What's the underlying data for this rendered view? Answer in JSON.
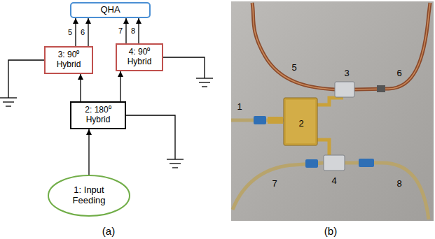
{
  "diagram": {
    "nodes": [
      {
        "text": [
          "QHA"
        ]
      },
      {
        "text": [
          "3: 90⁰ Hybrid"
        ]
      },
      {
        "text": [
          "4: 90⁰ Hybrid"
        ]
      },
      {
        "text": [
          "2: 180⁰ Hybrid"
        ]
      },
      {
        "text": [
          "1: Input Feeding"
        ]
      }
    ],
    "edges": [
      {
        "from": 4,
        "to": 3,
        "arrow": "to"
      },
      {
        "from": 3,
        "to": 1,
        "arrow": "to"
      },
      {
        "from": 3,
        "to": 2,
        "arrow": "to"
      },
      {
        "from": 1,
        "to": 0,
        "label": "5",
        "arrow": "to"
      },
      {
        "from": 1,
        "to": 0,
        "label": "6",
        "arrow": "to"
      },
      {
        "from": 2,
        "to": 0,
        "label": "7",
        "arrow": "to"
      },
      {
        "from": 2,
        "to": 0,
        "label": "8",
        "arrow": "to"
      }
    ],
    "labels": [
      "(a)",
      "(b)",
      "1",
      "2",
      "3",
      "4",
      "5",
      "6",
      "7",
      "8"
    ]
  }
}
